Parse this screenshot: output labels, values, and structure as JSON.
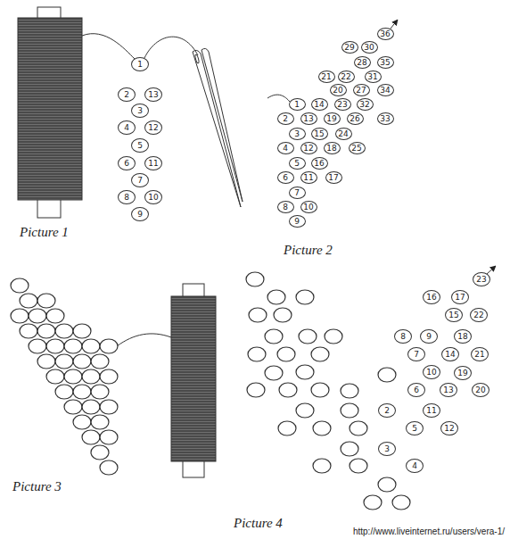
{
  "diagram": {
    "nodes": [
      {
        "text": [
          "1"
        ]
      },
      {
        "text": [
          "2"
        ]
      },
      {
        "text": [
          "13"
        ]
      },
      {
        "text": [
          "3"
        ]
      },
      {
        "text": [
          "4"
        ]
      },
      {
        "text": [
          "12"
        ]
      },
      {
        "text": [
          "5"
        ]
      },
      {
        "text": [
          "6"
        ]
      },
      {
        "text": [
          "11"
        ]
      },
      {
        "text": [
          "7"
        ]
      },
      {
        "text": [
          "8"
        ]
      },
      {
        "text": [
          "10"
        ]
      },
      {
        "text": [
          "9"
        ]
      },
      {
        "text": [
          "36"
        ]
      },
      {
        "text": [
          "29"
        ]
      },
      {
        "text": [
          "30"
        ]
      },
      {
        "text": [
          "28"
        ]
      },
      {
        "text": [
          "35"
        ]
      },
      {
        "text": [
          "21"
        ]
      },
      {
        "text": [
          "22"
        ]
      },
      {
        "text": [
          "31"
        ]
      },
      {
        "text": [
          "20"
        ]
      },
      {
        "text": [
          "27"
        ]
      },
      {
        "text": [
          "34"
        ]
      },
      {
        "text": [
          "1"
        ]
      },
      {
        "text": [
          "14"
        ]
      },
      {
        "text": [
          "23"
        ]
      },
      {
        "text": [
          "32"
        ]
      },
      {
        "text": [
          "2"
        ]
      },
      {
        "text": [
          "13"
        ]
      },
      {
        "text": [
          "19"
        ]
      },
      {
        "text": [
          "26"
        ]
      },
      {
        "text": [
          "33"
        ]
      },
      {
        "text": [
          "3"
        ]
      },
      {
        "text": [
          "15"
        ]
      },
      {
        "text": [
          "24"
        ]
      },
      {
        "text": [
          "4"
        ]
      },
      {
        "text": [
          "12"
        ]
      },
      {
        "text": [
          "18"
        ]
      },
      {
        "text": [
          "25"
        ]
      },
      {
        "text": [
          "5"
        ]
      },
      {
        "text": [
          "16"
        ]
      },
      {
        "text": [
          "6"
        ]
      },
      {
        "text": [
          "11"
        ]
      },
      {
        "text": [
          "17"
        ]
      },
      {
        "text": [
          "7"
        ]
      },
      {
        "text": [
          "8"
        ]
      },
      {
        "text": [
          "10"
        ]
      },
      {
        "text": [
          "9"
        ]
      },
      {
        "text": [
          "23"
        ]
      },
      {
        "text": [
          "16"
        ]
      },
      {
        "text": [
          "17"
        ]
      },
      {
        "text": [
          "15"
        ]
      },
      {
        "text": [
          "22"
        ]
      },
      {
        "text": [
          "8"
        ]
      },
      {
        "text": [
          "9"
        ]
      },
      {
        "text": [
          "18"
        ]
      },
      {
        "text": [
          "7"
        ]
      },
      {
        "text": [
          "14"
        ]
      },
      {
        "text": [
          "21"
        ]
      },
      {
        "text": [
          "10"
        ]
      },
      {
        "text": [
          "19"
        ]
      },
      {
        "text": [
          "6"
        ]
      },
      {
        "text": [
          "13"
        ]
      },
      {
        "text": [
          "20"
        ]
      },
      {
        "text": [
          "2"
        ]
      },
      {
        "text": [
          "11"
        ]
      },
      {
        "text": [
          "5"
        ]
      },
      {
        "text": [
          "12"
        ]
      },
      {
        "text": [
          "3"
        ]
      },
      {
        "text": [
          "4"
        ]
      }
    ],
    "labels": [
      "Picture 1",
      "Picture 2",
      "Picture 3",
      "Picture 4",
      "http://www.liveinternet.ru/users/vera-1/"
    ]
  }
}
